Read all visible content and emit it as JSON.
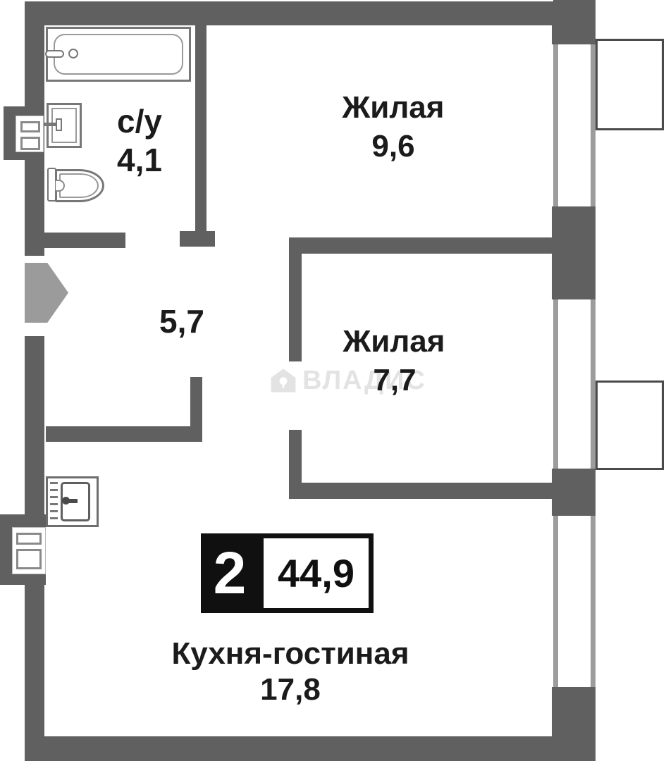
{
  "plan": {
    "type": "apartment-floor-plan",
    "rooms": [
      {
        "name": "bathroom",
        "label": "с/у",
        "area": "4,1"
      },
      {
        "name": "living-1",
        "label": "Жилая",
        "area": "9,6"
      },
      {
        "name": "living-2",
        "label": "Жилая",
        "area": "7,7"
      },
      {
        "name": "hallway",
        "label": "",
        "area": "5,7"
      },
      {
        "name": "kitchen-living",
        "label": "Кухня-гостиная",
        "area": "17,8"
      }
    ],
    "badge": {
      "room_count": "2",
      "total_area": "44,9"
    },
    "watermark": {
      "text": "ВЛАДИС",
      "icon": "house-icon"
    },
    "icons": [
      "bathtub-icon",
      "bathroom-sink-icon",
      "toilet-icon",
      "kitchen-sink-icon",
      "entrance-door-icon",
      "house-icon",
      "utility-shaft-icon"
    ],
    "colors": {
      "wall": "#606060",
      "window": "#9c9c9c",
      "fixture": "#777777",
      "door": "#9b9b9b",
      "text": "#1b1b1b",
      "badge_black": "#101010",
      "watermark": "#e3e3e3",
      "balcony": "#4a4a4a",
      "background": "#ffffff"
    }
  }
}
